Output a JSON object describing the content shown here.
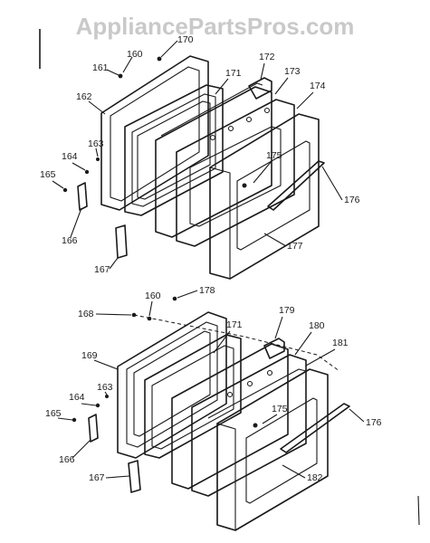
{
  "watermark": "AppliancePartsPros.com",
  "upper_labels": [
    {
      "id": "u160",
      "text": "160"
    },
    {
      "id": "u170",
      "text": "170"
    },
    {
      "id": "u161",
      "text": "161"
    },
    {
      "id": "u171",
      "text": "171"
    },
    {
      "id": "u172",
      "text": "172"
    },
    {
      "id": "u173",
      "text": "173"
    },
    {
      "id": "u174",
      "text": "174"
    },
    {
      "id": "u162",
      "text": "162"
    },
    {
      "id": "u163",
      "text": "163"
    },
    {
      "id": "u164",
      "text": "164"
    },
    {
      "id": "u165",
      "text": "165"
    },
    {
      "id": "u175",
      "text": "175"
    },
    {
      "id": "u176",
      "text": "176"
    },
    {
      "id": "u166",
      "text": "166"
    },
    {
      "id": "u177",
      "text": "177"
    },
    {
      "id": "u167",
      "text": "167"
    }
  ],
  "lower_labels": [
    {
      "id": "l160",
      "text": "160"
    },
    {
      "id": "l178",
      "text": "178"
    },
    {
      "id": "l168",
      "text": "168"
    },
    {
      "id": "l171",
      "text": "171"
    },
    {
      "id": "l179",
      "text": "179"
    },
    {
      "id": "l180",
      "text": "180"
    },
    {
      "id": "l181",
      "text": "181"
    },
    {
      "id": "l169",
      "text": "169"
    },
    {
      "id": "l163",
      "text": "163"
    },
    {
      "id": "l164",
      "text": "164"
    },
    {
      "id": "l175",
      "text": "175"
    },
    {
      "id": "l165",
      "text": "165"
    },
    {
      "id": "l176",
      "text": "176"
    },
    {
      "id": "l166",
      "text": "166"
    },
    {
      "id": "l182",
      "text": "182"
    },
    {
      "id": "l167",
      "text": "167"
    }
  ]
}
